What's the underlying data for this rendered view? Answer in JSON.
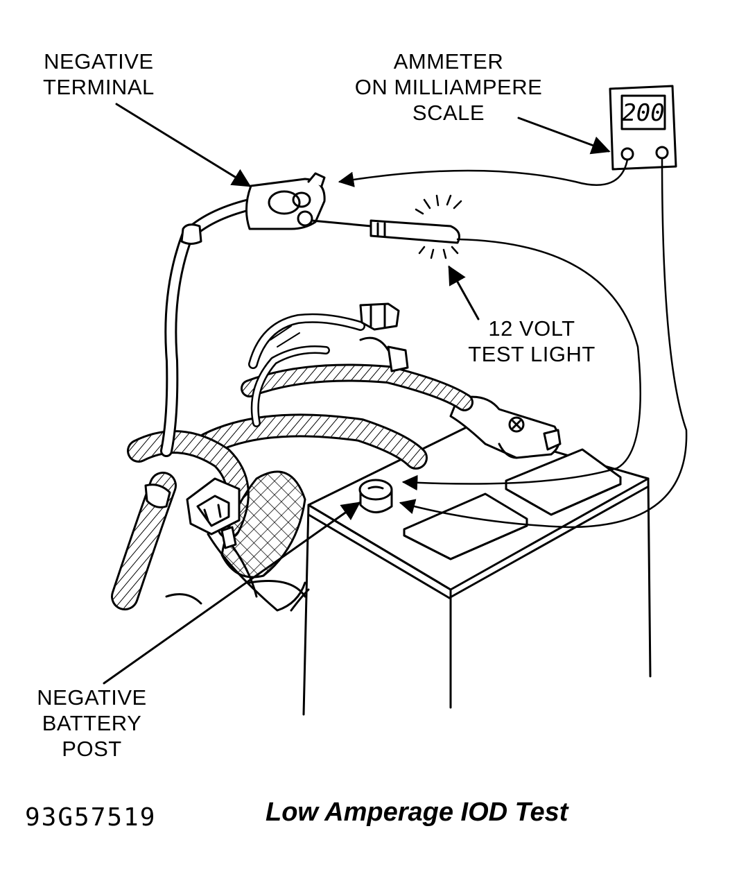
{
  "labels": {
    "negative_terminal": [
      "NEGATIVE",
      "TERMINAL"
    ],
    "ammeter": [
      "AMMETER",
      "ON MILLIAMPERE",
      "SCALE"
    ],
    "test_light": [
      "12 VOLT",
      "TEST LIGHT"
    ],
    "negative_post": [
      "NEGATIVE",
      "BATTERY",
      "POST"
    ]
  },
  "meter_display": "200",
  "caption": {
    "code": "93G57519",
    "title": "Low Amperage IOD Test"
  }
}
